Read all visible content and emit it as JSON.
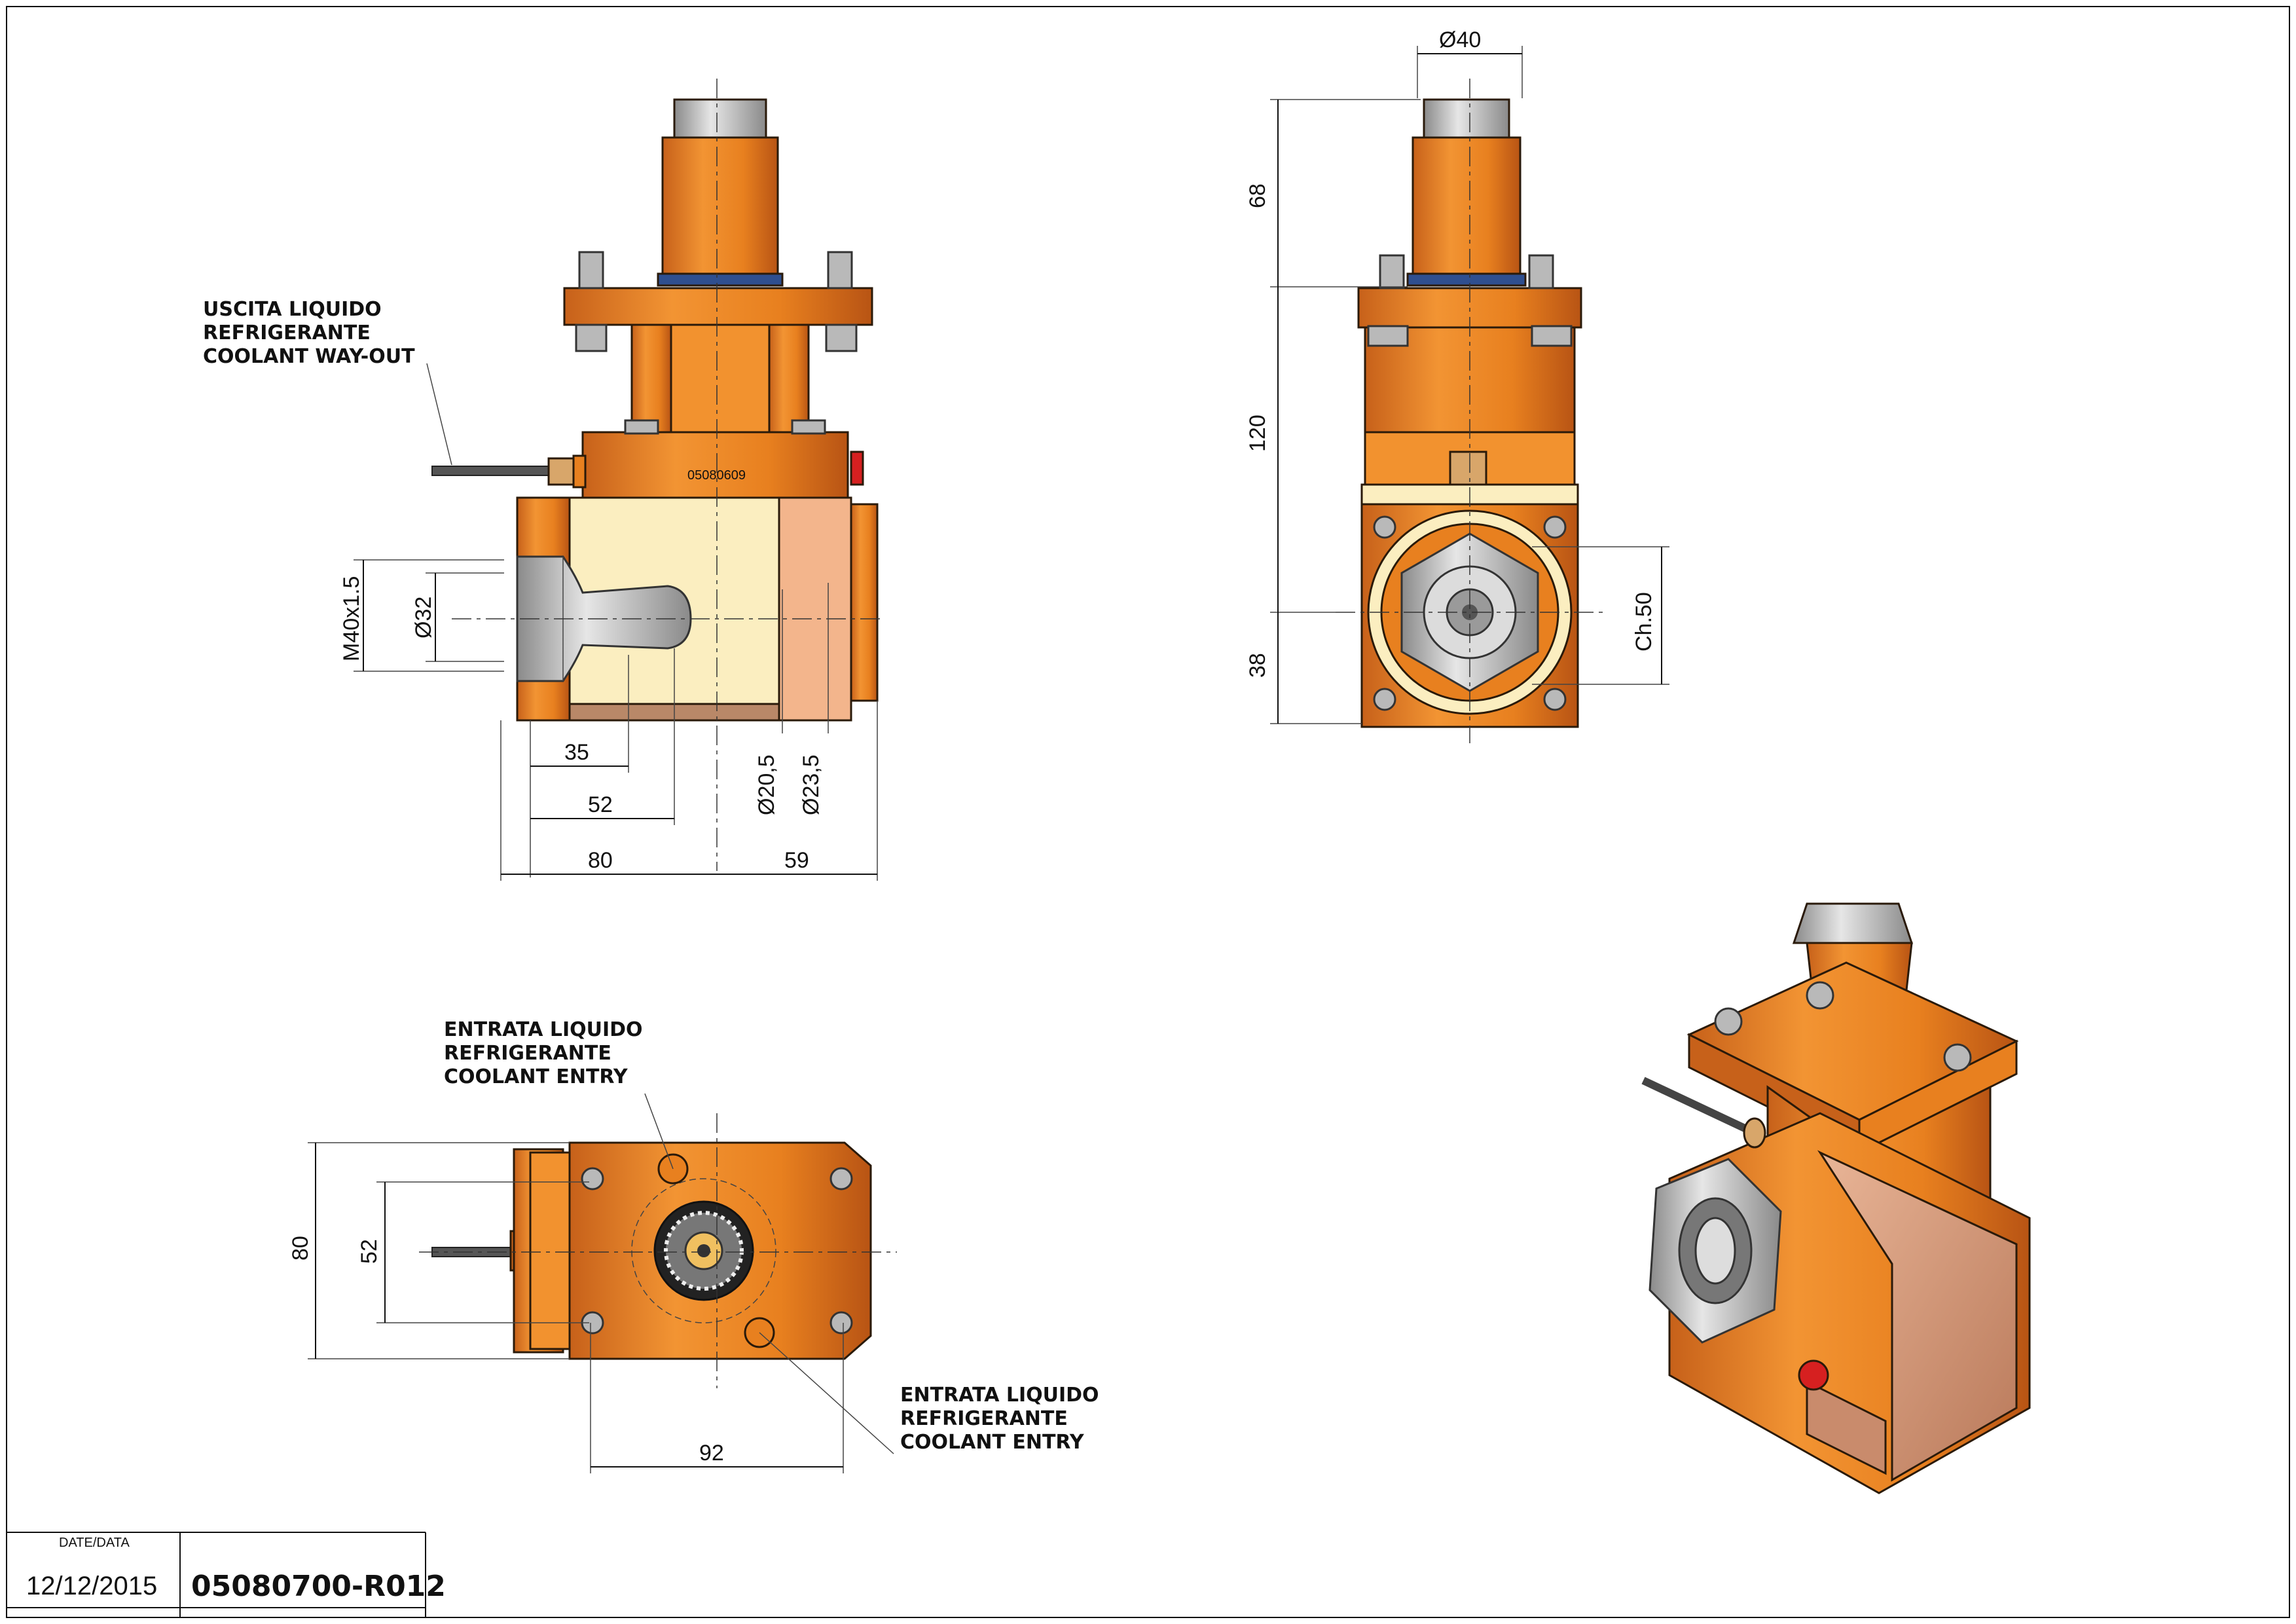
{
  "title_block": {
    "date_label": "DATE/DATA",
    "date": "12/12/2015",
    "drawing_code": "05080700-R012"
  },
  "notes": {
    "coolant_way_out": [
      "USCITA LIQUIDO",
      "REFRIGERANTE",
      "COOLANT WAY-OUT"
    ],
    "coolant_entry_top": [
      "ENTRATA LIQUIDO",
      "REFRIGERANTE",
      "COOLANT ENTRY"
    ],
    "coolant_entry_bottom": [
      "ENTRATA LIQUIDO",
      "REFRIGERANTE",
      "COOLANT ENTRY"
    ]
  },
  "part_marking": "05080609",
  "dimensions": {
    "front_view": {
      "thread": "M40x1.5",
      "dia_32": "Ø32",
      "len_35": "35",
      "len_52": "52",
      "dia_20_5": "Ø20,5",
      "dia_23_5": "Ø23,5",
      "len_80": "80",
      "len_59": "59"
    },
    "side_view": {
      "dia_40": "Ø40",
      "h_68": "68",
      "h_120": "120",
      "h_38": "38",
      "hex_ch50": "Ch.50"
    },
    "top_view": {
      "w_80": "80",
      "w_52": "52",
      "l_92": "92"
    }
  },
  "colors": {
    "orange": "#e8801f",
    "orange_dark": "#c7611a",
    "cream": "#fbeec0",
    "salmon": "#f3b58c",
    "copper": "#c98b6c",
    "steel": "#bdbdbd",
    "blue_seal": "#2f4f8f"
  }
}
